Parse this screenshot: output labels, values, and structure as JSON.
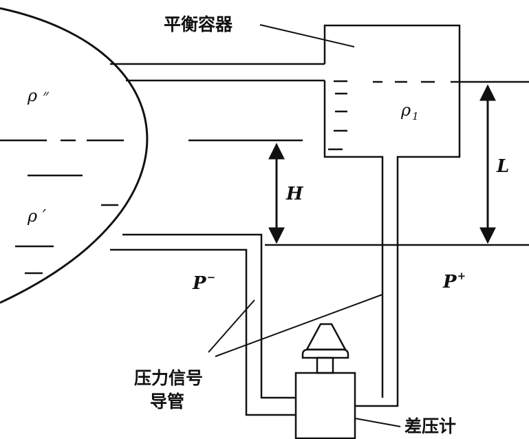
{
  "labels": {
    "balance_container": "平衡容器",
    "rho_double_prime": "ρ ״",
    "rho_prime": "ρ ′",
    "rho_1_base": "ρ",
    "rho_1_sub": "1",
    "H": "H",
    "L": "L",
    "P_minus_base": "P",
    "P_minus_sup": "−",
    "P_plus_base": "P",
    "P_plus_sup": "+",
    "signal_tube_line1": "压力信号",
    "signal_tube_line2": "导管",
    "diff_pressure_gauge": "差压计"
  }
}
